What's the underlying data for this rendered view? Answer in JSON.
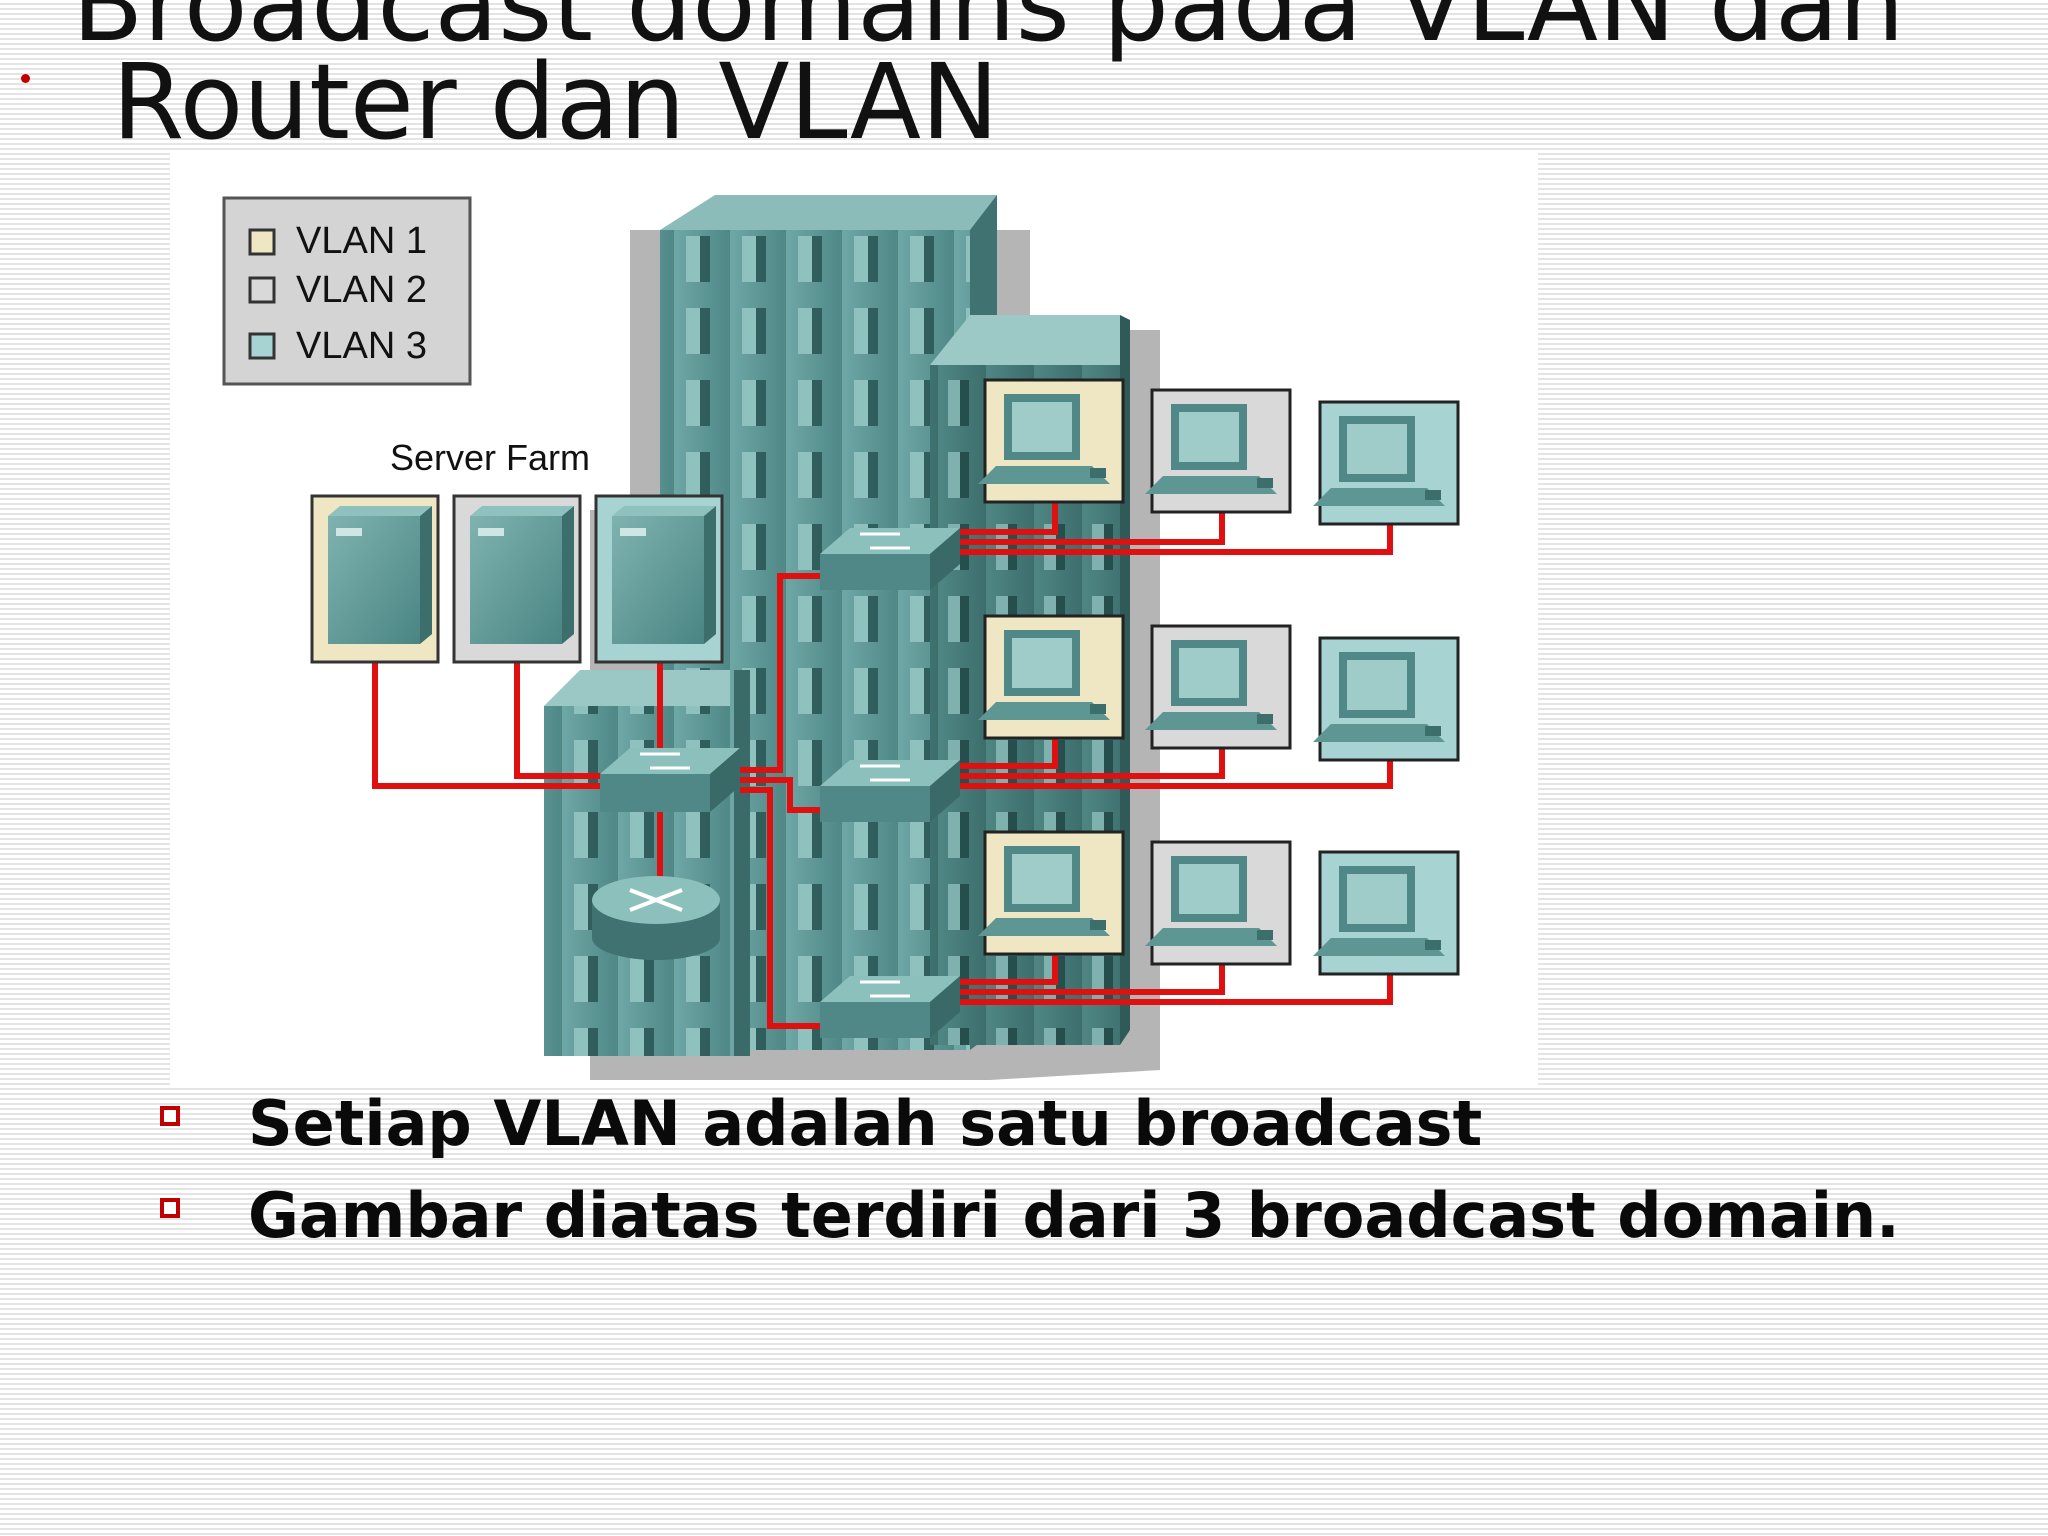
{
  "slide": {
    "title_lines": [
      "Broadcast domains pada VLAN dan",
      "Router dan VLAN"
    ],
    "accent_color": "#c00000"
  },
  "diagram": {
    "legend": [
      {
        "label": "VLAN 1",
        "color": "#efe6c3"
      },
      {
        "label": "VLAN 2",
        "color": "#d9d9d9"
      },
      {
        "label": "VLAN 3",
        "color": "#a8d3d3"
      }
    ],
    "server_farm_label": "Server Farm",
    "link_color": "#e01010",
    "building_color": "#5f9a98"
  },
  "bullets": [
    "Setiap VLAN  adalah satu broadcast",
    "Gambar diatas terdiri dari 3 broadcast domain."
  ]
}
